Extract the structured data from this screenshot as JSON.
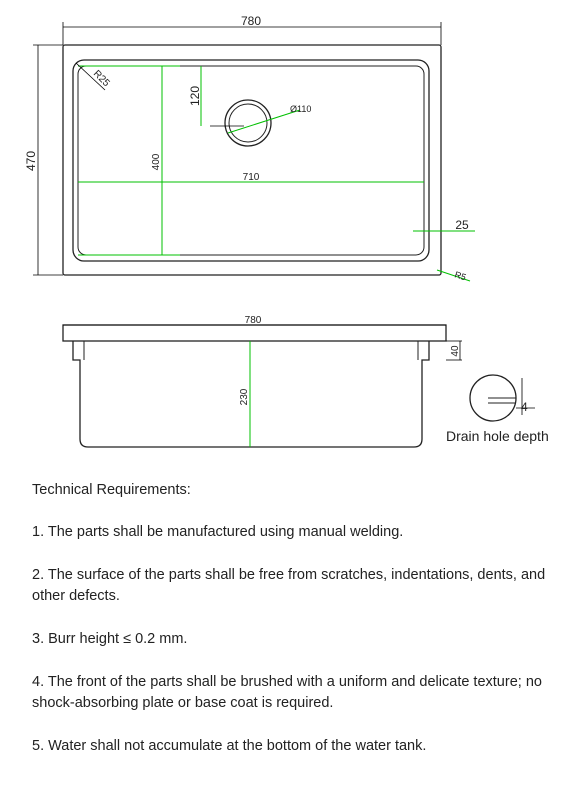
{
  "top_view": {
    "overall_width": "780",
    "overall_height": "470",
    "inner_width": "710",
    "inner_height": "400",
    "corner_radius_inner": "R25",
    "corner_radius_outer": "R5",
    "drain_offset": "120",
    "drain_diameter": "Ø110",
    "rim_width": "25"
  },
  "side_view": {
    "overall_width": "780",
    "depth": "230",
    "flange_height": "40"
  },
  "drain_detail": {
    "depth_value": "4",
    "caption": "Drain hole depth"
  },
  "requirements": {
    "title": "Technical Requirements:",
    "items": [
      "1. The parts shall be manufactured using manual welding.",
      "2. The surface of the parts shall be free from scratches, indentations, dents, and other defects.",
      "3. Burr height ≤ 0.2 mm.",
      "4. The front of the parts shall be brushed with a uniform and delicate texture; no shock-absorbing plate or base coat is required.",
      "5. Water shall not accumulate at the bottom of the water tank."
    ]
  }
}
